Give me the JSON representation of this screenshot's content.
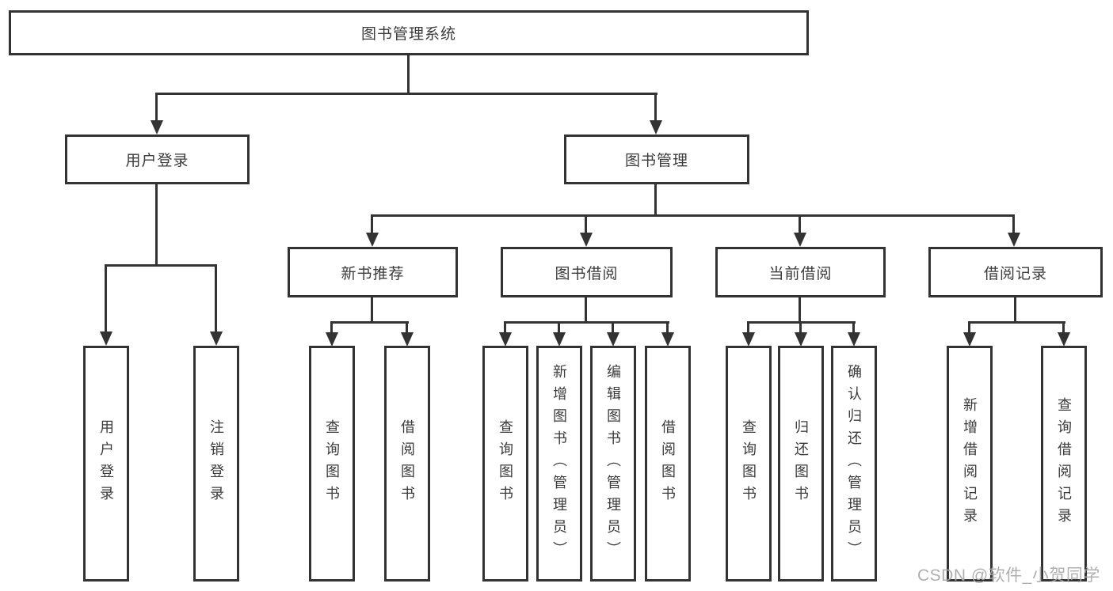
{
  "tree": {
    "root": {
      "label": "图书管理系统"
    },
    "branches": [
      {
        "label": "用户登录",
        "leaves": [
          {
            "label": "用户登录"
          },
          {
            "label": "注销登录"
          }
        ]
      },
      {
        "label": "图书管理",
        "groups": [
          {
            "label": "新书推荐",
            "leaves": [
              {
                "label": "查询图书"
              },
              {
                "label": "借阅图书"
              }
            ]
          },
          {
            "label": "图书借阅",
            "leaves": [
              {
                "label": "查询图书"
              },
              {
                "label": "新增图书（管理员）"
              },
              {
                "label": "编辑图书（管理员）"
              },
              {
                "label": "借阅图书"
              }
            ]
          },
          {
            "label": "当前借阅",
            "leaves": [
              {
                "label": "查询图书"
              },
              {
                "label": "归还图书"
              },
              {
                "label": "确认归还（管理员）"
              }
            ]
          },
          {
            "label": "借阅记录",
            "leaves": [
              {
                "label": "新增借阅记录"
              },
              {
                "label": "查询借阅记录"
              }
            ]
          }
        ]
      }
    ]
  },
  "watermark": {
    "text": "CSDN @软件_小贺同学",
    "color": "#a9a9a9"
  },
  "colors": {
    "line": "#333333",
    "border": "#333333",
    "text": "#3b3b3b",
    "background": "#ffffff"
  }
}
